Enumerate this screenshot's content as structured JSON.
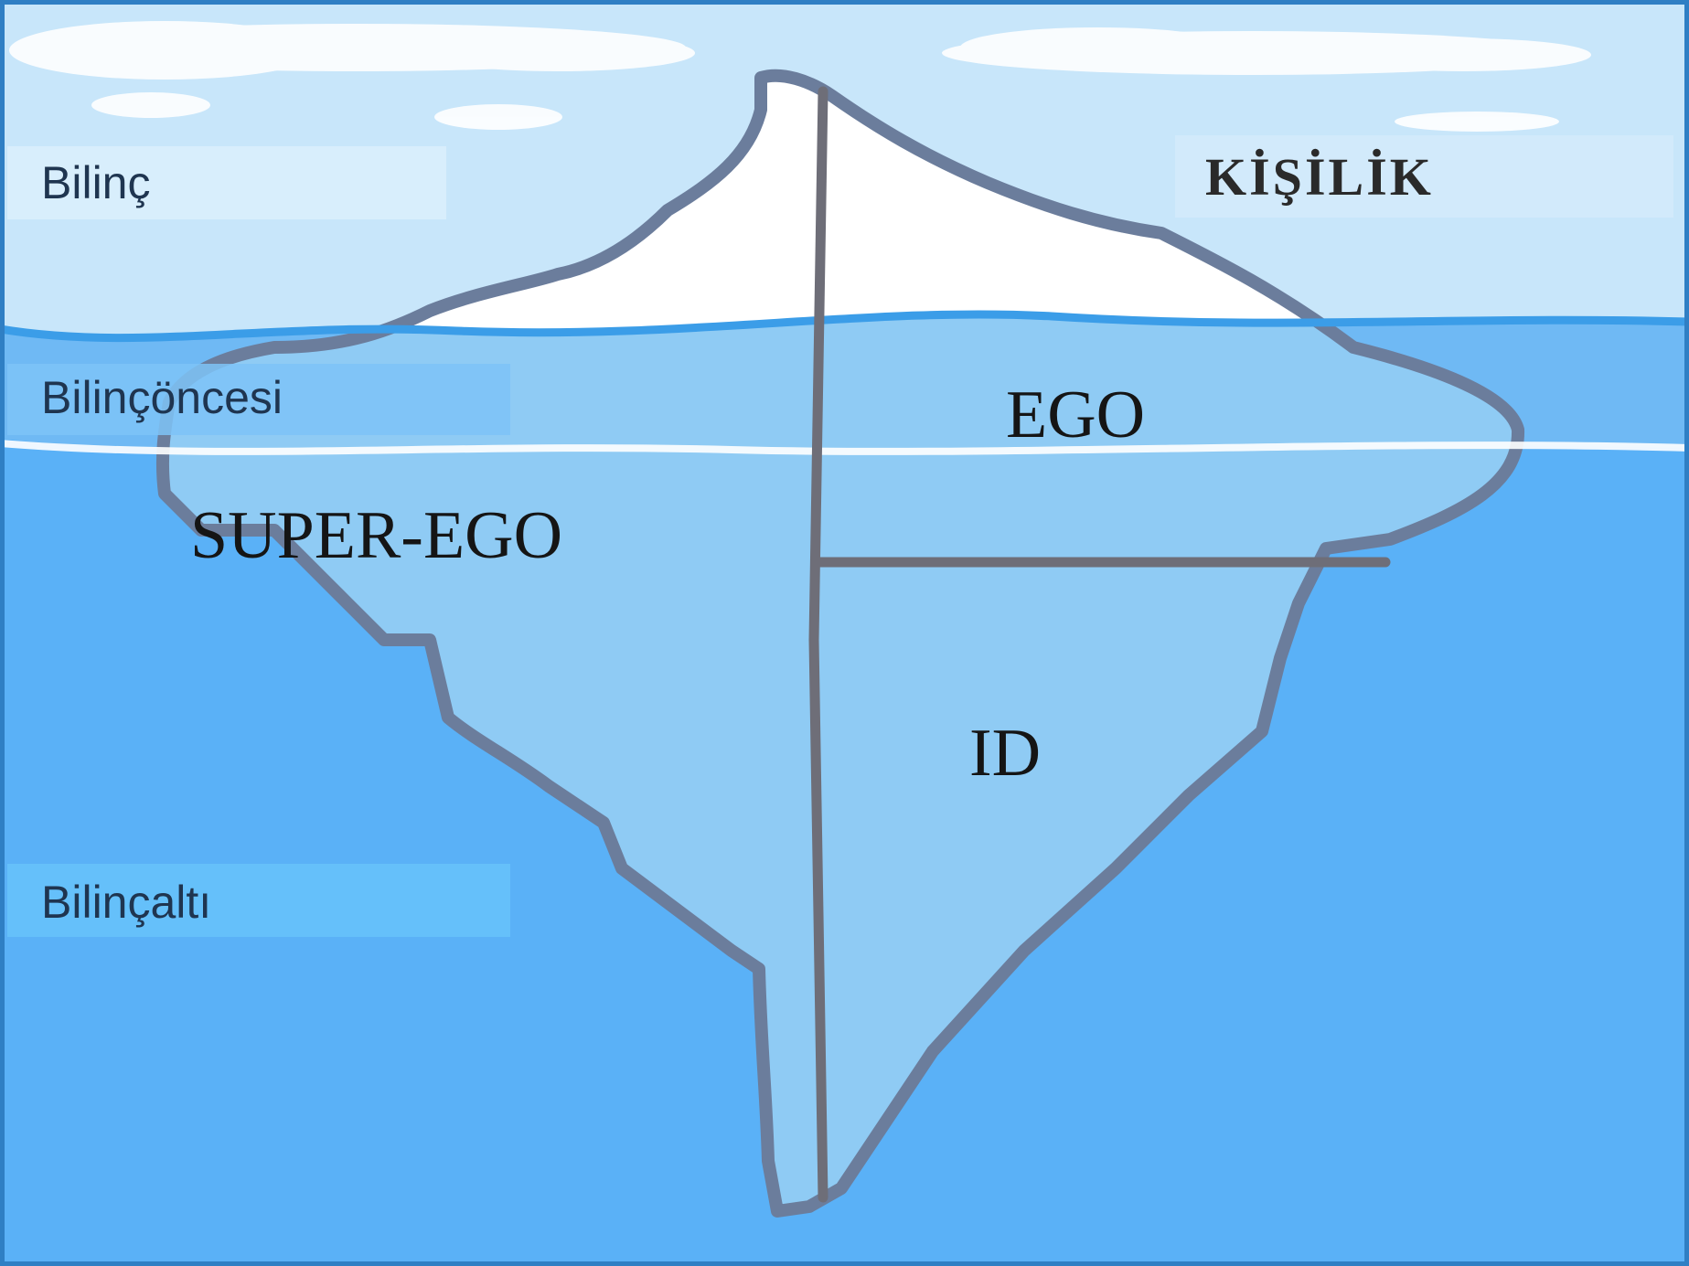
{
  "diagram": {
    "title": "KİŞİLİK",
    "levels": {
      "conscious": "Bilinç",
      "preconscious": "Bilinçöncesi",
      "unconscious": "Bilinçaltı"
    },
    "parts": {
      "ego": "EGO",
      "superego": "SUPER-EGO",
      "id": "ID"
    }
  },
  "colors": {
    "sky": "#c8e6fa",
    "water_upper": "#6fb9f4",
    "water_deep": "#5ab1f7",
    "wave_line": "#3b9de8",
    "iceberg_above": "#ffffff",
    "iceberg_below": "#8fcbf4",
    "iceberg_outline": "#6b7d9c",
    "divider": "#6e6e78",
    "frame": "#2f7fc4"
  }
}
